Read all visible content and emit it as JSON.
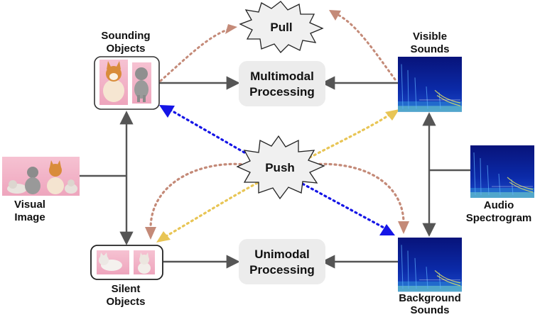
{
  "labels": {
    "sounding_objects": [
      "Sounding",
      "Objects"
    ],
    "visible_sounds": [
      "Visible",
      "Sounds"
    ],
    "visual_image": [
      "Visual",
      "Image"
    ],
    "audio_spectrogram": [
      "Audio",
      "Spectrogram"
    ],
    "silent_objects": [
      "Silent",
      "Objects"
    ],
    "background_sounds": [
      "Background",
      "Sounds"
    ]
  },
  "boxes": {
    "multimodal": [
      "Multimodal",
      "Processing"
    ],
    "unimodal": [
      "Unimodal",
      "Processing"
    ]
  },
  "bursts": {
    "pull": "Pull",
    "push": "Push"
  },
  "colors": {
    "arrow_gray": "#555555",
    "process_box": "#ececec",
    "pull_dotted": "#c48a78",
    "push_blue": "#1515e6",
    "push_yellow": "#e8c555",
    "push_brown": "#c48a78",
    "image_pink": "#f2b3c8",
    "spectrogram_bg": "#0a1a8a"
  },
  "icons": {
    "sounding_thumbs": [
      "corgi-dog-image",
      "poodle-dog-image"
    ],
    "silent_thumbs": [
      "white-cat-image",
      "sitting-cat-image"
    ],
    "group_photo": "pets-group-image",
    "spectrograms": [
      "visible-sound-spectrogram",
      "audio-spectrogram",
      "background-sound-spectrogram"
    ]
  }
}
